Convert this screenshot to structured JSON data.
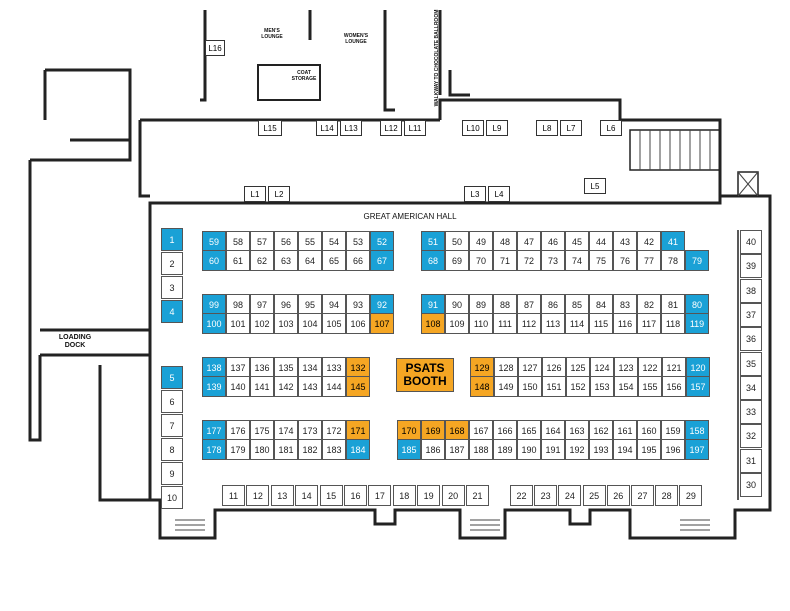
{
  "hall_label": "GREAT AMERICAN HALL",
  "psats_booth": "PSATS\nBOOTH",
  "loading_dock": "LOADING\nDOCK",
  "mens_lounge": "MEN'S\nLOUNGE",
  "womens_lounge": "WOMEN'S\nLOUNGE",
  "coat_storage": "COAT\nSTORAGE",
  "walkway": "WALKWAY TO CHOCOLATE BALLROOM",
  "colors": {
    "blue": "#1aa1d6",
    "orange": "#f5a623"
  },
  "lounges": [
    "L1",
    "L2",
    "L3",
    "L4",
    "L5",
    "L6",
    "L7",
    "L8",
    "L9",
    "L10",
    "L11",
    "L12",
    "L13",
    "L14",
    "L15",
    "L16"
  ],
  "booth_rows": [
    [
      "59",
      "58",
      "57",
      "56",
      "55",
      "54",
      "53",
      "52",
      "51",
      "50",
      "49",
      "48",
      "47",
      "46",
      "45",
      "44",
      "43",
      "42",
      "41"
    ],
    [
      "60",
      "61",
      "62",
      "63",
      "64",
      "65",
      "66",
      "67",
      "68",
      "69",
      "70",
      "71",
      "72",
      "73",
      "74",
      "75",
      "76",
      "77",
      "78",
      "79"
    ],
    [
      "99",
      "98",
      "97",
      "96",
      "95",
      "94",
      "93",
      "92",
      "91",
      "90",
      "89",
      "88",
      "87",
      "86",
      "85",
      "84",
      "83",
      "82",
      "81",
      "80"
    ],
    [
      "100",
      "101",
      "102",
      "103",
      "104",
      "105",
      "106",
      "107",
      "108",
      "109",
      "110",
      "111",
      "112",
      "113",
      "114",
      "115",
      "116",
      "117",
      "118",
      "119"
    ],
    [
      "138",
      "137",
      "136",
      "135",
      "134",
      "133",
      "132",
      "129",
      "128",
      "127",
      "126",
      "125",
      "124",
      "123",
      "122",
      "121",
      "120"
    ],
    [
      "139",
      "140",
      "141",
      "142",
      "143",
      "144",
      "145",
      "148",
      "149",
      "150",
      "151",
      "152",
      "153",
      "154",
      "155",
      "156",
      "157"
    ],
    [
      "177",
      "176",
      "175",
      "174",
      "173",
      "172",
      "171",
      "170",
      "169",
      "168",
      "167",
      "166",
      "165",
      "164",
      "163",
      "162",
      "161",
      "160",
      "159",
      "158"
    ],
    [
      "178",
      "179",
      "180",
      "181",
      "182",
      "183",
      "184",
      "185",
      "186",
      "187",
      "188",
      "189",
      "190",
      "191",
      "192",
      "193",
      "194",
      "195",
      "196",
      "197"
    ],
    [
      "11",
      "12",
      "13",
      "14",
      "15",
      "16",
      "17",
      "18",
      "19",
      "20",
      "21",
      "22",
      "23",
      "24",
      "25",
      "26",
      "27",
      "28",
      "29"
    ]
  ],
  "left_column": [
    "1",
    "2",
    "3",
    "4",
    "5",
    "6",
    "7",
    "8",
    "9",
    "10"
  ],
  "right_column": [
    "40",
    "39",
    "38",
    "37",
    "36",
    "35",
    "34",
    "33",
    "32",
    "31",
    "30"
  ],
  "blue_booths": [
    "1",
    "4",
    "5",
    "59",
    "60",
    "52",
    "67",
    "51",
    "68",
    "41",
    "79",
    "99",
    "100",
    "92",
    "91",
    "80",
    "119",
    "138",
    "139",
    "120",
    "157",
    "177",
    "178",
    "184",
    "185",
    "158",
    "197"
  ],
  "orange_booths": [
    "107",
    "108",
    "132",
    "145",
    "129",
    "148",
    "171",
    "170",
    "169",
    "168"
  ]
}
